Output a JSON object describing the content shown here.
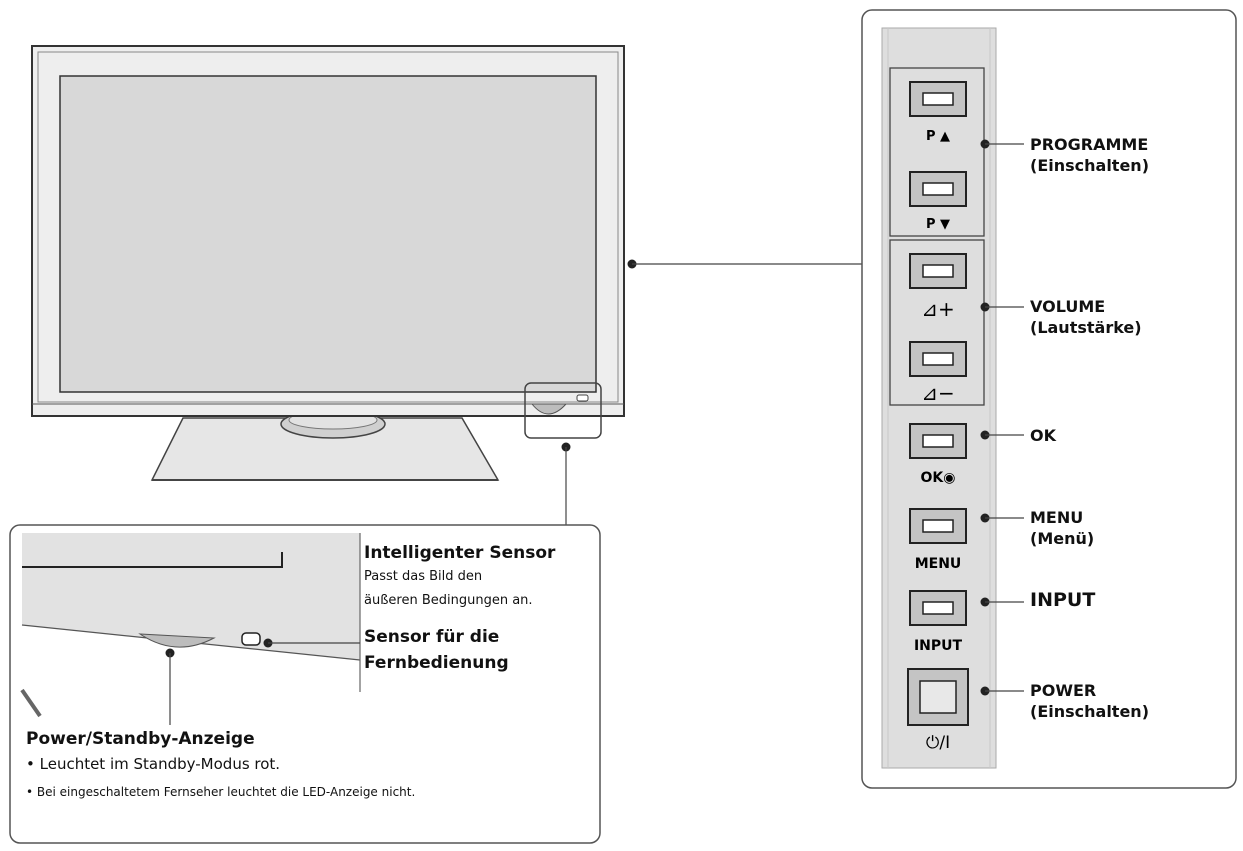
{
  "side_panel": {
    "buttons": [
      {
        "key": "p_up",
        "caption": "P ▲"
      },
      {
        "key": "p_down",
        "caption": "P ▼"
      },
      {
        "key": "vol_up",
        "caption": "⊿+"
      },
      {
        "key": "vol_down",
        "caption": "⊿−"
      },
      {
        "key": "ok",
        "caption": "OK◉"
      },
      {
        "key": "menu",
        "caption": "MENU"
      },
      {
        "key": "input",
        "caption": "INPUT"
      },
      {
        "key": "power",
        "caption": "⏻/I"
      }
    ],
    "labels": {
      "programme": {
        "line1": "PROGRAMME",
        "line2": "(Einschalten)"
      },
      "volume": {
        "line1": "VOLUME",
        "line2": "(Lautstärke)"
      },
      "ok": {
        "line1": "OK"
      },
      "menu": {
        "line1": "MENU",
        "line2": "(Menü)"
      },
      "input": {
        "line1": "INPUT"
      },
      "power": {
        "line1": "POWER",
        "line2": "(Einschalten)"
      }
    }
  },
  "callout": {
    "intelligent_sensor": {
      "title": "Intelligenter Sensor",
      "line1": "Passt das Bild den",
      "line2": "äußeren Bedingungen an."
    },
    "remote_sensor": {
      "line1": "Sensor für die",
      "line2": "Fernbedienung"
    },
    "power_indicator": {
      "title": "Power/Standby-Anzeige",
      "bullet1": "• Leuchtet im Standby-Modus rot.",
      "bullet2": "• Bei eingeschaltetem Fernseher leuchtet die LED-Anzeige nicht."
    }
  }
}
